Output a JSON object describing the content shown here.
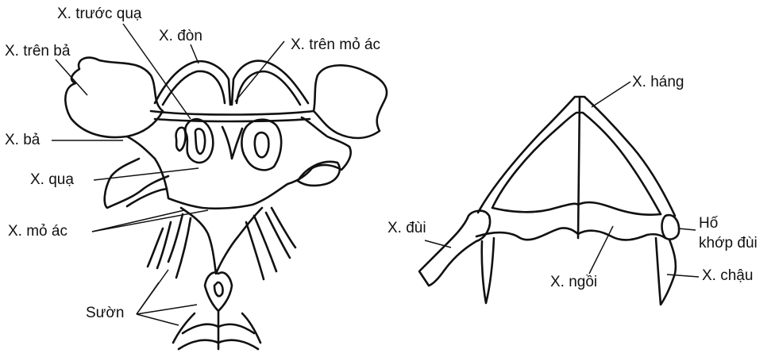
{
  "left_figure": {
    "labels": {
      "truoc_qua": "X. trước quạ",
      "don": "X. đòn",
      "tren_mo_ac": "X. trên mỏ ác",
      "tren_ba": "X. trên bả",
      "ba": "X. bả",
      "qua": "X. quạ",
      "mo_ac": "X. mỏ ác",
      "suon": "Sườn"
    }
  },
  "right_figure": {
    "labels": {
      "hang": "X. háng",
      "dui": "X. đùi",
      "ho_khop_dui_line1": "Hố",
      "ho_khop_dui_line2": "khớp đùi",
      "ngoi": "X. ngồi",
      "chau": "X. chậu"
    }
  },
  "colors": {
    "ink": "#111111",
    "paper": "#ffffff"
  }
}
